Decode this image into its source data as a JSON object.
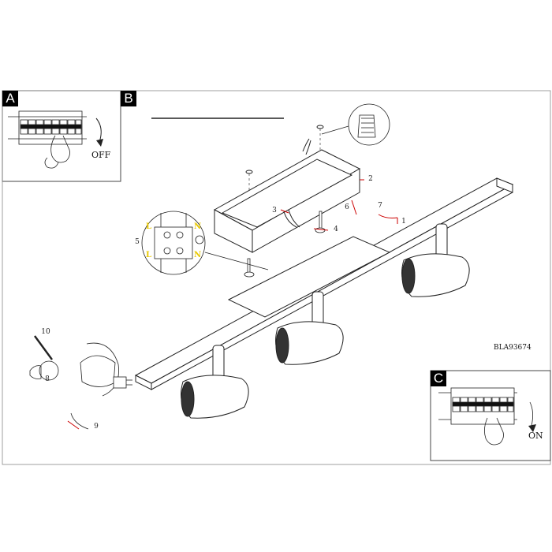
{
  "panels": {
    "a": "A",
    "b": "B",
    "c": "C"
  },
  "labels": {
    "off": "OFF",
    "on": "ON",
    "model": "BLA93674"
  },
  "wiring": {
    "l": "L",
    "n": "N",
    "l2": "L",
    "n2": "N"
  },
  "steps": [
    "1",
    "2",
    "3",
    "4",
    "5",
    "6",
    "7",
    "8",
    "9",
    "10"
  ],
  "colors": {
    "line": "#222222",
    "arrow": "#cc0000",
    "wire_label": "#e8c800"
  }
}
